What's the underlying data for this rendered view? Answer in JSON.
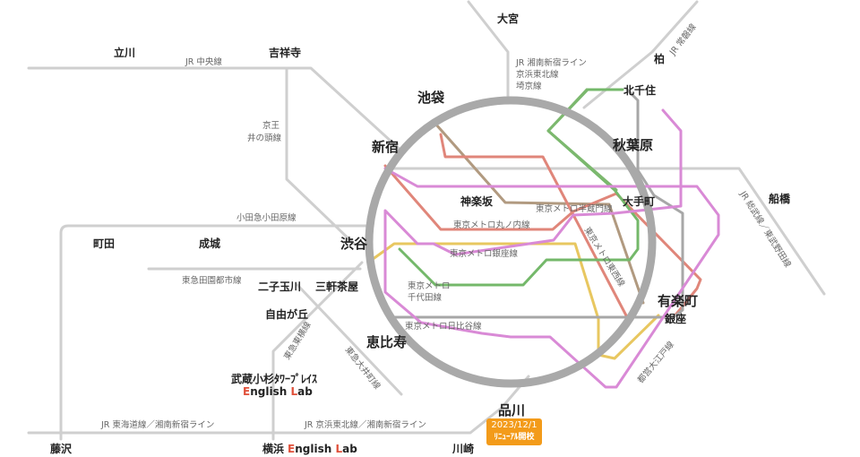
{
  "stations": {
    "omiya": "大宮",
    "tachikawa": "立川",
    "kichijoji": "吉祥寺",
    "kashiwa": "柏",
    "kitasenju": "北千住",
    "ikebukuro": "池袋",
    "shinjuku": "新宿",
    "akihabara": "秋葉原",
    "otemachi": "大手町",
    "kagurazaka": "神楽坂",
    "funabashi": "船橋",
    "machida": "町田",
    "seijo": "成城",
    "shibuya": "渋谷",
    "futakotamagawa": "二子玉川",
    "sangenjaya": "三軒茶屋",
    "jiyugaoka": "自由が丘",
    "ebisu": "恵比寿",
    "yurakucho": "有楽町",
    "ginza": "銀座",
    "musashikosugi": "武蔵小杉ﾀﾜｰﾌﾟﾚｲｽ",
    "shinagawa": "品川",
    "fujisawa": "藤沢",
    "yokohama": "横浜",
    "kawasaki": "川崎"
  },
  "lab": {
    "E": "E",
    "english_rest": "nglish ",
    "L": "L",
    "lab_rest": "ab"
  },
  "lines": {
    "jr_chuo": "JR 中央線",
    "shonan1": "JR 湘南新宿ライン",
    "shonan2": "京浜東北線",
    "shonan3": "埼京線",
    "jr_joban": "JR 常磐線",
    "keio1": "京王",
    "keio2": "井の頭線",
    "odakyu": "小田急小田原線",
    "hanzomon": "東京メトロ半蔵門線",
    "marunouchi": "東京メトロ丸ノ内線",
    "ginza_line": "東京メトロ銀座線",
    "tozai": "東京メトロ東西線",
    "sobu": "JR 総武線／東武野田線",
    "denentoshi": "東急田園都市線",
    "chiyoda1": "東京メトロ",
    "chiyoda2": "千代田線",
    "hibiya": "東京メトロ日比谷線",
    "toyoko": "東急東横線",
    "oimachi": "東急大井町線",
    "oedo": "都営大江戸線",
    "tokaido": "JR 東海道線／湘南新宿ライン",
    "keihin": "JR 京浜東北線／湘南新宿ライン"
  },
  "badge": {
    "date": "2023/12/1",
    "text": "ﾘﾆｭｰｱﾙ開校"
  },
  "colors": {
    "yamanote": "#a9a9a9",
    "jr_gray": "#cfcfcf",
    "hanzomon": "#b19a80",
    "marunouchi": "#e0867a",
    "ginza": "#e8c760",
    "tozai": "#74b86a",
    "chiyoda": "#7cb86e",
    "hibiya": "#a7a7a7",
    "oedo": "#d98ad6",
    "accent": "#e0503a",
    "badge": "#f39b1a"
  }
}
